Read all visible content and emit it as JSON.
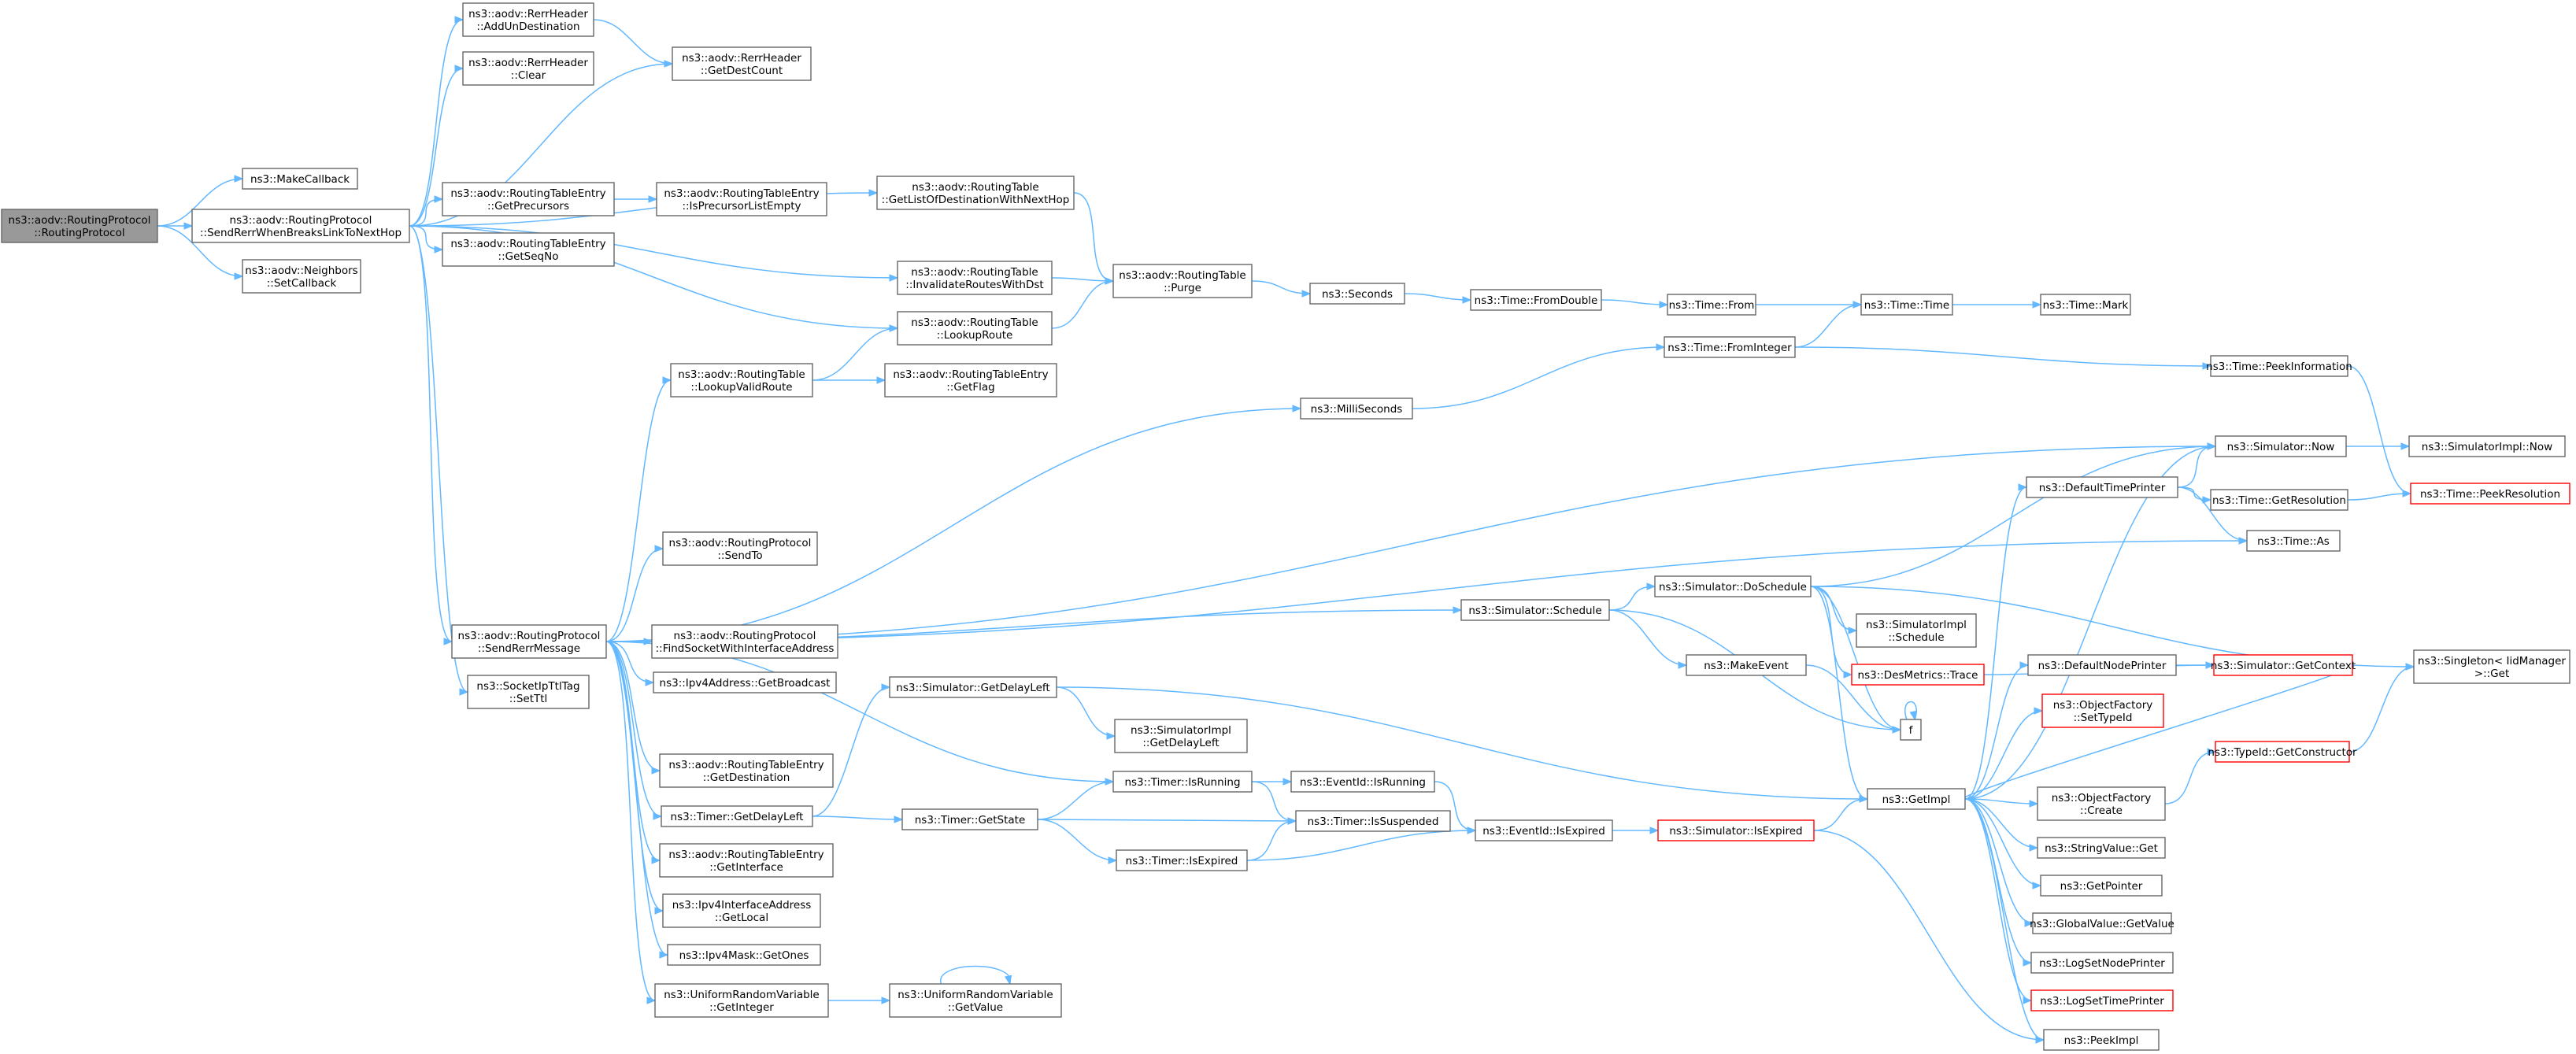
{
  "colors": {
    "edge": "#63b8ff",
    "node_border": "#666666",
    "node_fill": "#ffffff",
    "root_fill": "#999999",
    "truncated_border": "#ff0000"
  },
  "nodes": [
    {
      "id": "root",
      "lines": [
        "ns3::aodv::RoutingProtocol",
        "::RoutingProtocol"
      ],
      "kind": "root"
    },
    {
      "id": "MakeCallback",
      "lines": [
        "ns3::MakeCallback"
      ]
    },
    {
      "id": "SendRerrWBL",
      "lines": [
        "ns3::aodv::RoutingProtocol",
        "::SendRerrWhenBreaksLinkToNextHop"
      ]
    },
    {
      "id": "SetCallback",
      "lines": [
        "ns3::aodv::Neighbors",
        "::SetCallback"
      ]
    },
    {
      "id": "AddUnDest",
      "lines": [
        "ns3::aodv::RerrHeader",
        "::AddUnDestination"
      ]
    },
    {
      "id": "Clear",
      "lines": [
        "ns3::aodv::RerrHeader",
        "::Clear"
      ]
    },
    {
      "id": "GetDestCount",
      "lines": [
        "ns3::aodv::RerrHeader",
        "::GetDestCount"
      ]
    },
    {
      "id": "GetPrecursors",
      "lines": [
        "ns3::aodv::RoutingTableEntry",
        "::GetPrecursors"
      ]
    },
    {
      "id": "IsPrecursorListEmpty",
      "lines": [
        "ns3::aodv::RoutingTableEntry",
        "::IsPrecursorListEmpty"
      ]
    },
    {
      "id": "GetSeqNo",
      "lines": [
        "ns3::aodv::RoutingTableEntry",
        "::GetSeqNo"
      ]
    },
    {
      "id": "GetListOfDest",
      "lines": [
        "ns3::aodv::RoutingTable",
        "::GetListOfDestinationWithNextHop"
      ]
    },
    {
      "id": "InvalidateRoutes",
      "lines": [
        "ns3::aodv::RoutingTable",
        "::InvalidateRoutesWithDst"
      ]
    },
    {
      "id": "Purge",
      "lines": [
        "ns3::aodv::RoutingTable",
        "::Purge"
      ]
    },
    {
      "id": "LookupRoute",
      "lines": [
        "ns3::aodv::RoutingTable",
        "::LookupRoute"
      ]
    },
    {
      "id": "LookupValidRoute",
      "lines": [
        "ns3::aodv::RoutingTable",
        "::LookupValidRoute"
      ]
    },
    {
      "id": "GetFlag",
      "lines": [
        "ns3::aodv::RoutingTableEntry",
        "::GetFlag"
      ]
    },
    {
      "id": "Seconds",
      "lines": [
        "ns3::Seconds"
      ]
    },
    {
      "id": "FromDouble",
      "lines": [
        "ns3::Time::FromDouble"
      ]
    },
    {
      "id": "TimeFrom",
      "lines": [
        "ns3::Time::From"
      ]
    },
    {
      "id": "TimeTime",
      "lines": [
        "ns3::Time::Time"
      ]
    },
    {
      "id": "TimeMark",
      "lines": [
        "ns3::Time::Mark"
      ]
    },
    {
      "id": "FromInteger",
      "lines": [
        "ns3::Time::FromInteger"
      ]
    },
    {
      "id": "PeekInformation",
      "lines": [
        "ns3::Time::PeekInformation"
      ]
    },
    {
      "id": "MilliSeconds",
      "lines": [
        "ns3::MilliSeconds"
      ]
    },
    {
      "id": "SimNow",
      "lines": [
        "ns3::Simulator::Now"
      ]
    },
    {
      "id": "SimImplNow",
      "lines": [
        "ns3::SimulatorImpl::Now"
      ]
    },
    {
      "id": "PeekResolution",
      "lines": [
        "ns3::Time::PeekResolution"
      ],
      "kind": "truncated"
    },
    {
      "id": "DefaultTimePrinter",
      "lines": [
        "ns3::DefaultTimePrinter"
      ]
    },
    {
      "id": "GetResolution",
      "lines": [
        "ns3::Time::GetResolution"
      ]
    },
    {
      "id": "TimeAs",
      "lines": [
        "ns3::Time::As"
      ]
    },
    {
      "id": "SendTo",
      "lines": [
        "ns3::aodv::RoutingProtocol",
        "::SendTo"
      ]
    },
    {
      "id": "SendRerrMessage",
      "lines": [
        "ns3::aodv::RoutingProtocol",
        "::SendRerrMessage"
      ]
    },
    {
      "id": "FindSocket",
      "lines": [
        "ns3::aodv::RoutingProtocol",
        "::FindSocketWithInterfaceAddress"
      ]
    },
    {
      "id": "GetBroadcast",
      "lines": [
        "ns3::Ipv4Address::GetBroadcast"
      ]
    },
    {
      "id": "SetTtl",
      "lines": [
        "ns3::SocketIpTtlTag",
        "::SetTtl"
      ]
    },
    {
      "id": "SimSchedule",
      "lines": [
        "ns3::Simulator::Schedule"
      ]
    },
    {
      "id": "DoSchedule",
      "lines": [
        "ns3::Simulator::DoSchedule"
      ]
    },
    {
      "id": "ImplSchedule",
      "lines": [
        "ns3::SimulatorImpl",
        "::Schedule"
      ]
    },
    {
      "id": "DesTrace",
      "lines": [
        "ns3::DesMetrics::Trace"
      ],
      "kind": "truncated"
    },
    {
      "id": "MakeEvent",
      "lines": [
        "ns3::MakeEvent"
      ]
    },
    {
      "id": "f",
      "lines": [
        "f"
      ]
    },
    {
      "id": "SingletonGet",
      "lines": [
        "ns3::Singleton< IidManager",
        ">::Get"
      ]
    },
    {
      "id": "DefaultNodePrinter",
      "lines": [
        "ns3::DefaultNodePrinter"
      ]
    },
    {
      "id": "GetContext",
      "lines": [
        "ns3::Simulator::GetContext"
      ],
      "kind": "truncated"
    },
    {
      "id": "SetTypeId",
      "lines": [
        "ns3::ObjectFactory",
        "::SetTypeId"
      ],
      "kind": "truncated"
    },
    {
      "id": "GetConstructor",
      "lines": [
        "ns3::TypeId::GetConstructor"
      ],
      "kind": "truncated"
    },
    {
      "id": "GetImpl",
      "lines": [
        "ns3::GetImpl"
      ]
    },
    {
      "id": "OFCreate",
      "lines": [
        "ns3::ObjectFactory",
        "::Create"
      ]
    },
    {
      "id": "StringValueGet",
      "lines": [
        "ns3::StringValue::Get"
      ]
    },
    {
      "id": "GetPointer",
      "lines": [
        "ns3::GetPointer"
      ]
    },
    {
      "id": "GlobalValueGet",
      "lines": [
        "ns3::GlobalValue::GetValue"
      ]
    },
    {
      "id": "LogSetNodePrinter",
      "lines": [
        "ns3::LogSetNodePrinter"
      ]
    },
    {
      "id": "LogSetTimePrinter",
      "lines": [
        "ns3::LogSetTimePrinter"
      ],
      "kind": "truncated"
    },
    {
      "id": "PeekImpl",
      "lines": [
        "ns3::PeekImpl"
      ]
    },
    {
      "id": "SimGetDelayLeft",
      "lines": [
        "ns3::Simulator::GetDelayLeft"
      ]
    },
    {
      "id": "ImplGetDelayLeft",
      "lines": [
        "ns3::SimulatorImpl",
        "::GetDelayLeft"
      ]
    },
    {
      "id": "RTEGetDestination",
      "lines": [
        "ns3::aodv::RoutingTableEntry",
        "::GetDestination"
      ]
    },
    {
      "id": "TimerGetDelayLeft",
      "lines": [
        "ns3::Timer::GetDelayLeft"
      ]
    },
    {
      "id": "TimerGetState",
      "lines": [
        "ns3::Timer::GetState"
      ]
    },
    {
      "id": "TimerIsRunning",
      "lines": [
        "ns3::Timer::IsRunning"
      ]
    },
    {
      "id": "EventIdIsRunning",
      "lines": [
        "ns3::EventId::IsRunning"
      ]
    },
    {
      "id": "TimerIsSuspended",
      "lines": [
        "ns3::Timer::IsSuspended"
      ]
    },
    {
      "id": "TimerIsExpired",
      "lines": [
        "ns3::Timer::IsExpired"
      ]
    },
    {
      "id": "EventIdIsExpired",
      "lines": [
        "ns3::EventId::IsExpired"
      ]
    },
    {
      "id": "SimIsExpired",
      "lines": [
        "ns3::Simulator::IsExpired"
      ],
      "kind": "truncated"
    },
    {
      "id": "RTEGetInterface",
      "lines": [
        "ns3::aodv::RoutingTableEntry",
        "::GetInterface"
      ]
    },
    {
      "id": "GetLocal",
      "lines": [
        "ns3::Ipv4InterfaceAddress",
        "::GetLocal"
      ]
    },
    {
      "id": "GetOnes",
      "lines": [
        "ns3::Ipv4Mask::GetOnes"
      ]
    },
    {
      "id": "URVGetInteger",
      "lines": [
        "ns3::UniformRandomVariable",
        "::GetInteger"
      ]
    },
    {
      "id": "URVGetValue",
      "lines": [
        "ns3::UniformRandomVariable",
        "::GetValue"
      ]
    }
  ]
}
